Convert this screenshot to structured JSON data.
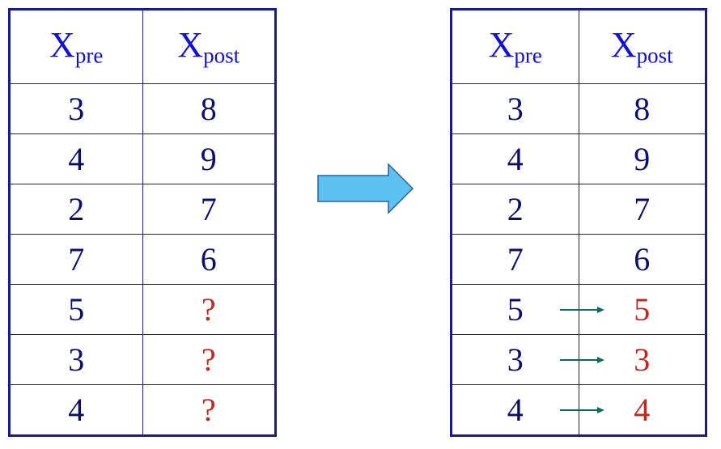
{
  "left_table": {
    "headers": [
      {
        "base": "X",
        "sub": "pre"
      },
      {
        "base": "X",
        "sub": "post"
      }
    ],
    "rows": [
      [
        "3",
        "8"
      ],
      [
        "4",
        "9"
      ],
      [
        "2",
        "7"
      ],
      [
        "7",
        "6"
      ],
      [
        "5",
        "?"
      ],
      [
        "3",
        "?"
      ],
      [
        "4",
        "?"
      ]
    ]
  },
  "right_table": {
    "headers": [
      {
        "base": "X",
        "sub": "pre"
      },
      {
        "base": "X",
        "sub": "post"
      }
    ],
    "rows": [
      [
        "3",
        "8"
      ],
      [
        "4",
        "9"
      ],
      [
        "2",
        "7"
      ],
      [
        "7",
        "6"
      ],
      [
        "5",
        "5"
      ],
      [
        "3",
        "3"
      ],
      [
        "4",
        "4"
      ]
    ]
  },
  "colors": {
    "border": "#1a1a8c",
    "header_text": "#1010d8",
    "value_text": "#0d0d6e",
    "imputed_text": "#c0281f",
    "big_arrow_fill": "#5bc2f2",
    "big_arrow_stroke": "#2a5f9e",
    "row_arrow": "#0e6b5a"
  },
  "icons": {
    "transform_arrow": "right-arrow-icon",
    "carry_forward_arrow": "small-right-arrow-icon"
  },
  "imputed_rows": [
    4,
    5,
    6
  ]
}
